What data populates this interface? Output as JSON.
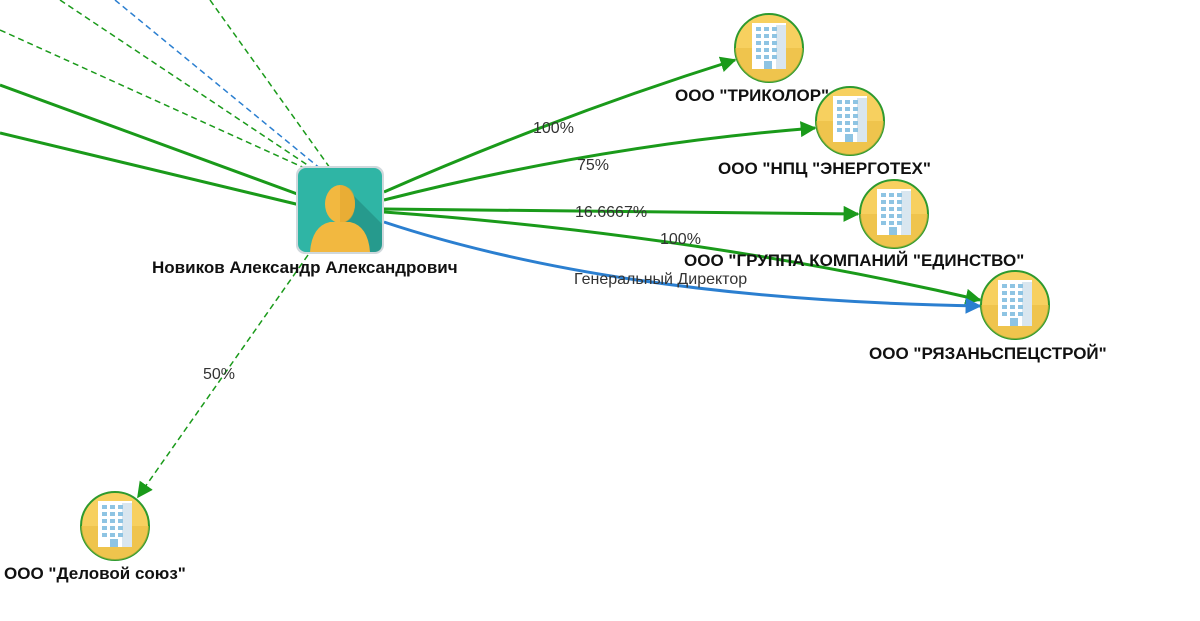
{
  "colors": {
    "ownership_edge": "#1a9a1a",
    "role_edge": "#2b7fd0",
    "company_fill": "#f7d05f",
    "company_ring": "#2e9a2e",
    "person_fill": "#2fb5a5",
    "person_silhouette": "#f2b840"
  },
  "person": {
    "name": "Новиков Александр Александрович",
    "icon": "person-icon"
  },
  "companies": [
    {
      "id": "trikolor",
      "name": "ООО \"ТРИКОЛОР\"",
      "icon": "office-building-icon"
    },
    {
      "id": "npts",
      "name": "ООО \"НПЦ \"ЭНЕРГОТЕХ\"",
      "icon": "office-building-icon"
    },
    {
      "id": "edinstvo",
      "name": "ООО \"ГРУППА КОМПАНИЙ \"ЕДИНСТВО\"",
      "icon": "office-building-icon"
    },
    {
      "id": "ryazan",
      "name": "ООО \"РЯЗАНЬСПЕЦСТРОЙ\"",
      "icon": "office-building-icon"
    },
    {
      "id": "delovoy",
      "name": "ООО \"Деловой союз\"",
      "icon": "office-building-icon"
    }
  ],
  "edges": [
    {
      "to": "trikolor",
      "label": "100%",
      "kind": "ownership"
    },
    {
      "to": "npts",
      "label": "75%",
      "kind": "ownership"
    },
    {
      "to": "edinstvo",
      "label": "16.6667%",
      "kind": "ownership"
    },
    {
      "to": "ryazan",
      "label": "100%",
      "kind": "ownership"
    },
    {
      "to": "ryazan",
      "label": "Генеральный Директор",
      "kind": "role"
    },
    {
      "to": "delovoy",
      "label": "50%",
      "kind": "ownership",
      "dashed": true
    }
  ]
}
